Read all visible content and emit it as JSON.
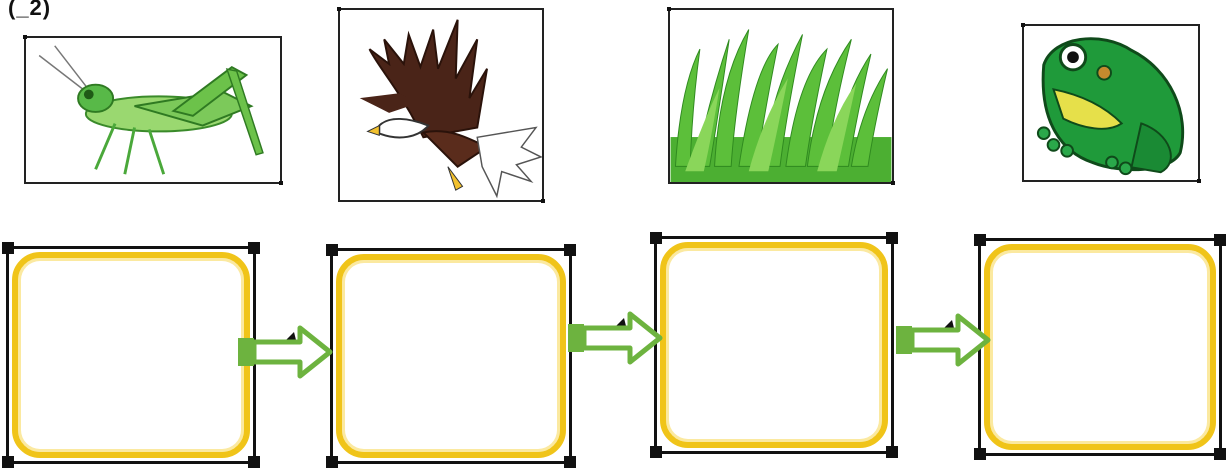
{
  "header": {
    "corner_text": "(_2)"
  },
  "pictures": [
    {
      "name": "grasshopper",
      "icon": "grasshopper-icon"
    },
    {
      "name": "eagle",
      "icon": "eagle-icon"
    },
    {
      "name": "grass",
      "icon": "grass-icon"
    },
    {
      "name": "frog",
      "icon": "frog-icon"
    }
  ],
  "answer_boxes": [
    {
      "value": ""
    },
    {
      "value": ""
    },
    {
      "value": ""
    },
    {
      "value": ""
    }
  ],
  "colors": {
    "box_border": "#f0c419",
    "arrow": "#6db33f",
    "frame": "#111111"
  }
}
